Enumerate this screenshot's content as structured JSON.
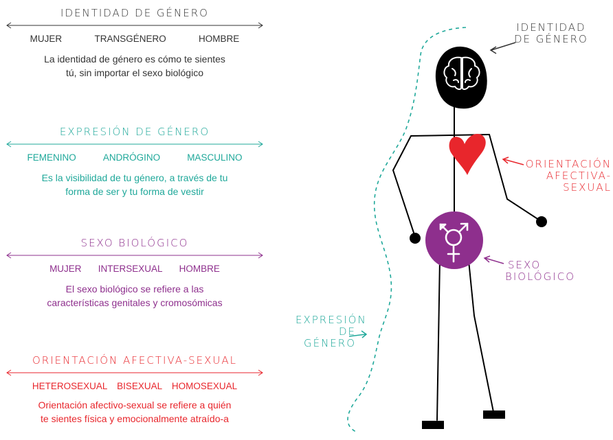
{
  "colors": {
    "identity": "#333333",
    "expression": "#1fa89a",
    "biological": "#8e2f8d",
    "orientation": "#e8262c",
    "body": "#000000",
    "heart": "#e8262c"
  },
  "sections": {
    "identity": {
      "title": "IDENTIDAD DE GÉNERO",
      "terms": [
        "MUJER",
        "TRANSGÉNERO",
        "HOMBRE"
      ],
      "line1": "La identidad de género es cómo te sientes",
      "line2": "tú, sin importar el sexo biológico"
    },
    "expression": {
      "title": "EXPRESIÓN DE GÉNERO",
      "terms": [
        "FEMENINO",
        "ANDRÓGINO",
        "MASCULINO"
      ],
      "line1": "Es la visibilidad de tu género, a través de tu",
      "line2": "forma de ser y tu forma de vestir"
    },
    "biological": {
      "title": "SEXO BIOLÓGICO",
      "terms": [
        "MUJER",
        "INTERSEXUAL",
        "HOMBRE"
      ],
      "line1": "El sexo biológico se refiere a las",
      "line2": "características genitales y cromosómicas"
    },
    "orientation": {
      "title": "ORIENTACIÓN AFECTIVA-SEXUAL",
      "terms": [
        "HETEROSEXUAL",
        "BISEXUAL",
        "HOMOSEXUAL"
      ],
      "line1": "Orientación afectivo-sexual se refiere a quién",
      "line2": "te sientes física y emocionalmente atraído-a"
    }
  },
  "figure": {
    "identity_label": [
      "IDENTIDAD",
      "DE GÉNERO"
    ],
    "orientation_label": [
      "ORIENTACIÓN",
      "AFECTIVA-SEXUAL"
    ],
    "biological_label": [
      "SEXO",
      "BIOLÓGICO"
    ],
    "expression_label": [
      "EXPRESIÓN",
      "DE GÉNERO"
    ],
    "brain_icon": "brain-icon",
    "heart_icon": "heart-icon",
    "gender_symbol_icon": "transgender-symbol-icon"
  }
}
